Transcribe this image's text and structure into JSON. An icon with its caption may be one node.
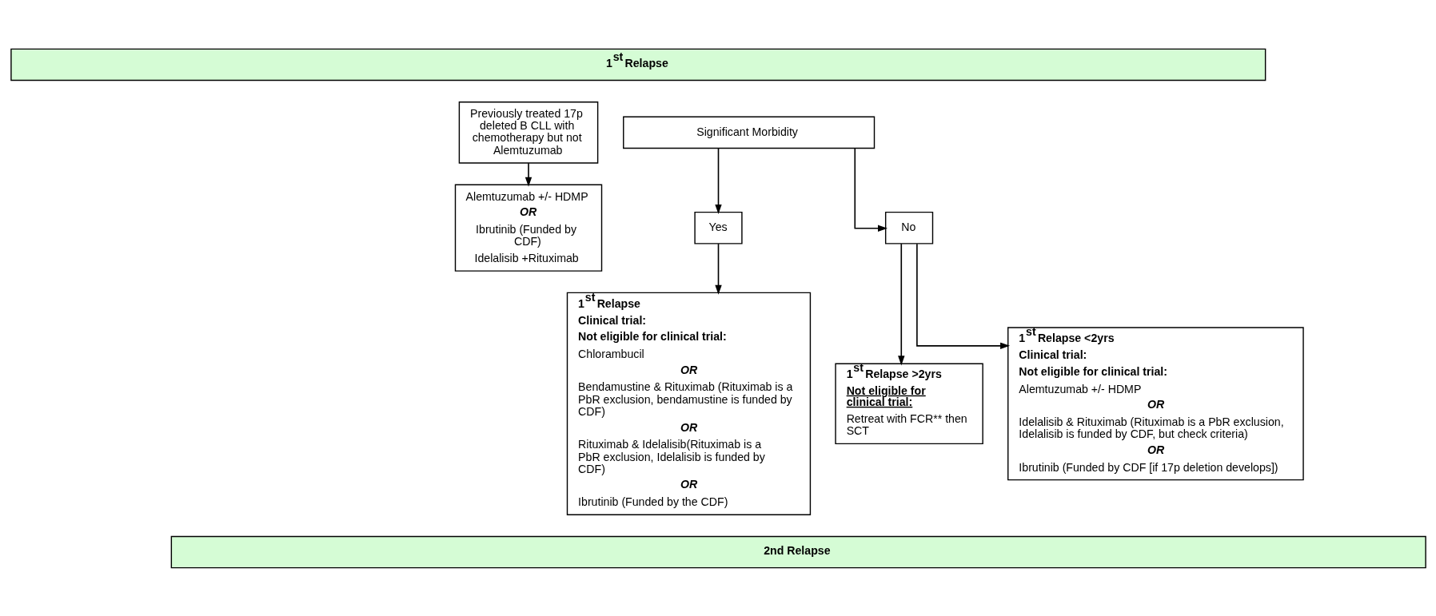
{
  "diagram": {
    "nodes": [
      {
        "text": [
          "1$^{st}$ Relapse"
        ]
      },
      {
        "text": [
          "Previously treated 17p deleted B CLL with chemotherapy but not Alemtuzumab"
        ]
      },
      {
        "text": [
          "Alemtuzumab +/- HDMP",
          "OR",
          "Ibrutinib (Funded by CDF)",
          "Idelalisib +Rituximab"
        ]
      },
      {
        "text": [
          "Significant Morbidity"
        ]
      },
      {
        "text": [
          "Yes"
        ]
      },
      {
        "text": [
          "No"
        ]
      },
      {
        "text": [
          "1$^{st}$ Relapse",
          "Clinical trial:",
          "Not eligible for clinical trial:",
          "Chlorambucil",
          "OR",
          "Bendamustine & Rituximab (Rituximab is a PbR exclusion, bendamustine is funded by CDF)",
          "OR",
          "Rituximab & Idelalisib(Rituximab is a PbR exclusion, Idelalisib is funded by CDF)",
          "OR",
          "Ibrutinib (Funded by the CDF)"
        ]
      },
      {
        "text": [
          "1$^{st}$ Relapse >2yrs",
          "Not eligible for clinical trial:",
          "Retreat with FCR** then SCT"
        ]
      },
      {
        "text": [
          "1$^{st}$ Relapse <2yrs",
          "Clinical trial:",
          "Not eligible for clinical trial:",
          "Alemtuzumab +/- HDMP",
          "OR",
          "Idelalisib & Rituximab (Rituximab is a PbR exclusion, Idelalisib is funded by CDF, but check criteria)",
          "OR",
          "Ibrutinib (Funded by CDF [if 17p deletion develops])"
        ]
      },
      {
        "text": [
          "2nd Relapse"
        ]
      }
    ],
    "edges": [
      {
        "from": 1,
        "to": 2,
        "arrow": "to"
      },
      {
        "from": 3,
        "to": 4,
        "arrow": "to"
      },
      {
        "from": 3,
        "to": 5,
        "arrow": "to"
      },
      {
        "from": 4,
        "to": 6,
        "arrow": "to"
      },
      {
        "from": 5,
        "to": 7,
        "arrow": "to"
      },
      {
        "from": 5,
        "to": 8,
        "arrow": "to"
      }
    ]
  }
}
